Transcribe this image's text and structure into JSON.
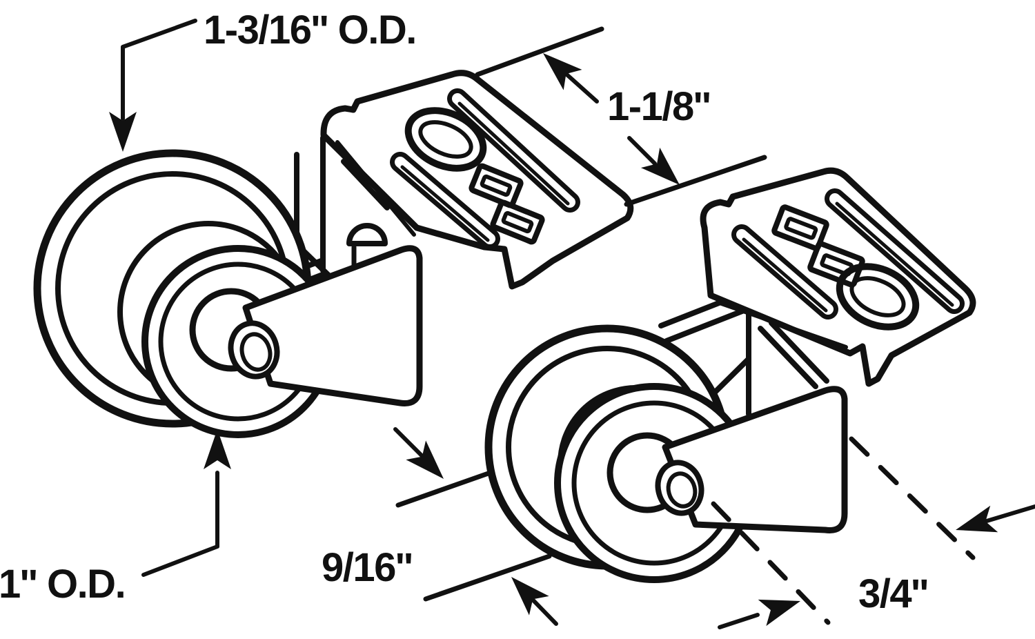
{
  "diagram": {
    "ink_color": "#111111",
    "background_color": "#ffffff",
    "labels": {
      "large_od": "1-3/16'' O.D.",
      "bracket_width": "1-1/8''",
      "small_od": "1'' O.D.",
      "roller_depth": "9/16''",
      "offset": "3/4''"
    }
  }
}
